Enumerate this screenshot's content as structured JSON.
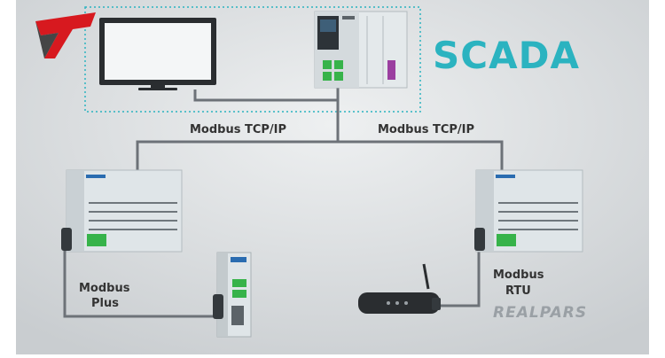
{
  "title": "SCADA",
  "watermark": "REALPARS",
  "links": {
    "left_bus": "Modbus TCP/IP",
    "right_bus": "Modbus TCP/IP",
    "left_lower_line1": "Modbus",
    "left_lower_line2": "Plus",
    "right_lower_line1": "Modbus",
    "right_lower_line2": "RTU"
  },
  "colors": {
    "accent": "#2bb3c0",
    "logo_red": "#d7191f",
    "wire": "#6d7278",
    "plc_body": "#dfe5e8",
    "port_green": "#37b34a",
    "port_purple": "#9b3fa0",
    "background": "#e2e5e7"
  },
  "icons": {
    "logo": "brand-logo-icon",
    "monitor": "monitor-icon",
    "scada_plc": "plc-icon",
    "left_plc": "plc-icon",
    "right_plc": "plc-icon",
    "io_module": "io-module-icon",
    "router": "wireless-router-icon"
  }
}
